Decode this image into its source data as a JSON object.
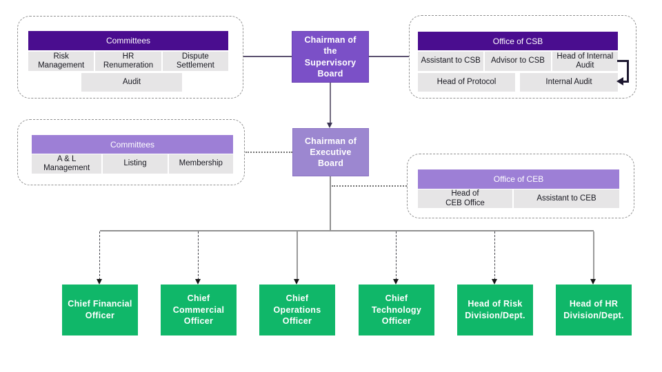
{
  "colors": {
    "dark_purple_header": "#4a0d8f",
    "light_purple_header": "#9d7fd6",
    "supervisory_node": "#7b50c7",
    "executive_node": "#9c87d0",
    "cell_gray": "#e6e5e6",
    "executive_green": "#10b769",
    "connector_black_arrow": "#1d1830"
  },
  "nodes": {
    "chairman_supervisory": "Chairman of the Supervisory Board",
    "chairman_executive": "Chairman of Executive Board"
  },
  "groups": {
    "supervisory_committees": {
      "header": "Committees",
      "cells": [
        "Risk Management",
        "HR Renumeration",
        "Dispute Settlement"
      ],
      "cells2": [
        "Audit"
      ]
    },
    "office_csb": {
      "header": "Office of CSB",
      "cells": [
        "Assistant to CSB",
        "Advisor to CSB",
        "Head of Internal Audit"
      ],
      "cells2": [
        "Head of Protocol",
        "Internal Audit"
      ]
    },
    "executive_committees": {
      "header": "Committees",
      "cells": [
        "A & L Management",
        "Listing",
        "Membership"
      ]
    },
    "office_ceb": {
      "header": "Office of CEB",
      "cells": [
        "Head of\nCEB Office",
        "Assistant to CEB"
      ]
    }
  },
  "executives": [
    "Chief Financial Officer",
    "Chief Commercial Officer",
    "Chief Operations Officer",
    "Chief Technology Officer",
    "Head of Risk Division/Dept.",
    "Head of HR Division/Dept."
  ]
}
